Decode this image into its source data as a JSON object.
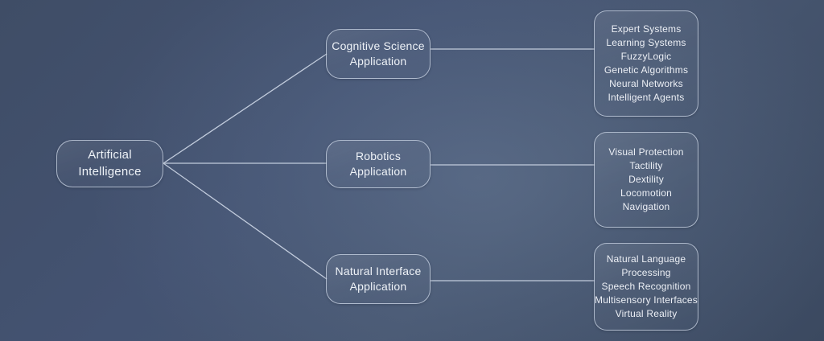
{
  "diagram": {
    "title_node": {
      "label": "Artificial\nIntelligence"
    },
    "branches": [
      {
        "label": "Cognitive Science\nApplication",
        "items": [
          "Expert Systems",
          "Learning Systems",
          "FuzzyLogic",
          "Genetic Algorithms",
          "Neural Networks",
          "Intelligent Agents"
        ]
      },
      {
        "label": "Robotics\nApplication",
        "items": [
          "Visual Protection",
          "Tactility",
          "Dextility",
          "Locomotion",
          "Navigation"
        ]
      },
      {
        "label": "Natural Interface\nApplication",
        "items": [
          "Natural Language",
          "Processing",
          "Speech Recognition",
          "Multisensory Interfaces",
          "Virtual Reality"
        ]
      }
    ],
    "colors": {
      "background_dark": "#3c4a62",
      "background_light": "#5a6a85",
      "node_border": "#d2dceb",
      "text": "#eef2f7",
      "edge": "#c8d2e2"
    }
  }
}
